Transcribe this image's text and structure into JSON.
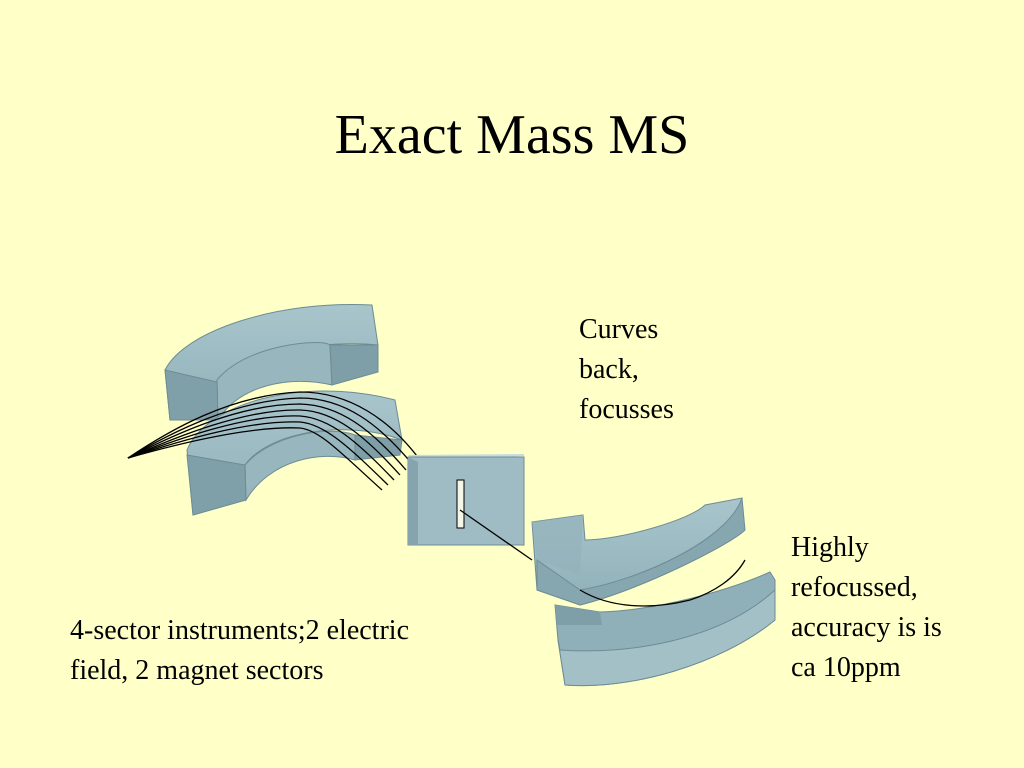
{
  "slide": {
    "title": "Exact Mass MS"
  },
  "annotations": {
    "curves_back": [
      "Curves",
      "back,",
      "focusses"
    ],
    "refocussed": [
      "Highly",
      "refocussed,",
      "accuracy is is",
      "ca 10ppm"
    ],
    "sectors": [
      "4-sector instruments;2 electric",
      "field, 2 magnet sectors"
    ]
  },
  "colors": {
    "background": "#ffffc8",
    "sector_top": "#9fbcc4",
    "sector_side": "#7e9ea8",
    "sector_inner": "#8cadb6",
    "outline": "#5d7a82",
    "beam": "#000000"
  }
}
